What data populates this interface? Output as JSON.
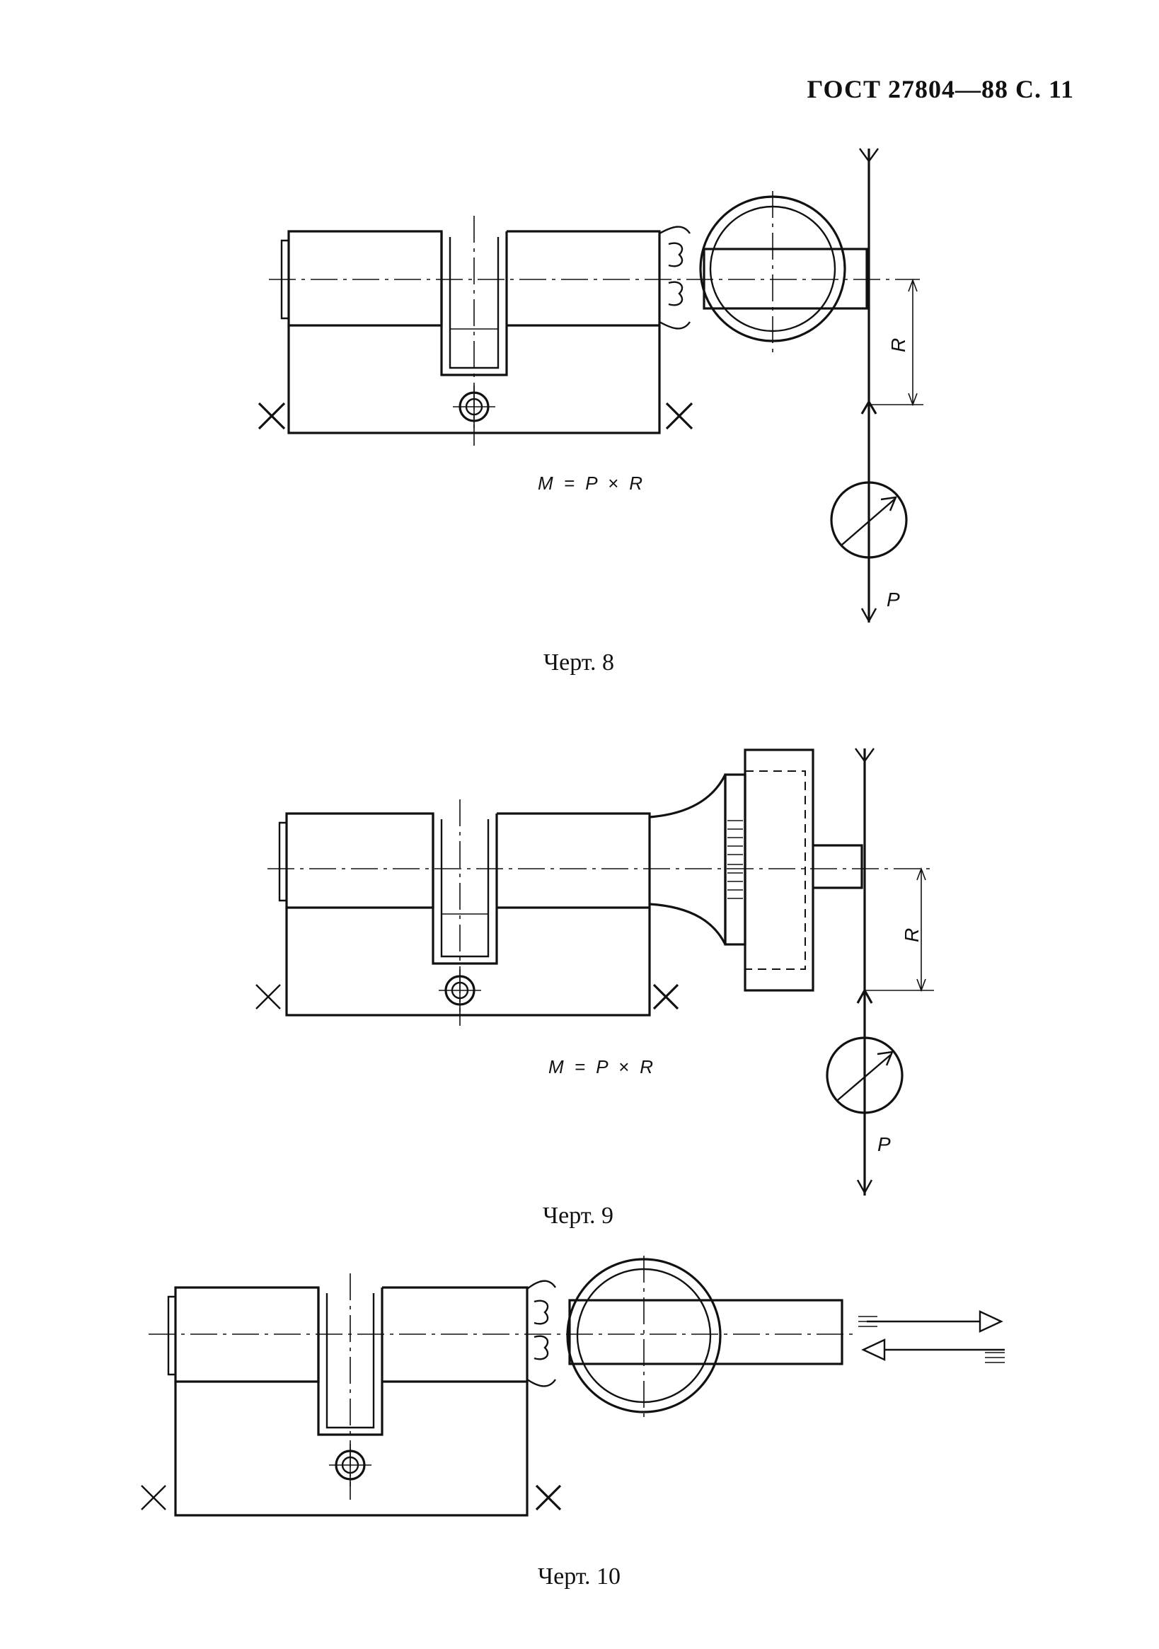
{
  "header": {
    "text": "ГОСТ 27804—88 С. 11"
  },
  "figures": [
    {
      "caption": "Черт. 8",
      "formula": "M = P × R",
      "label_r": "R",
      "label_p": "P"
    },
    {
      "caption": "Черт. 9",
      "formula": "M = P × R",
      "label_r": "R",
      "label_p": "P"
    },
    {
      "caption": "Черт. 10"
    }
  ]
}
